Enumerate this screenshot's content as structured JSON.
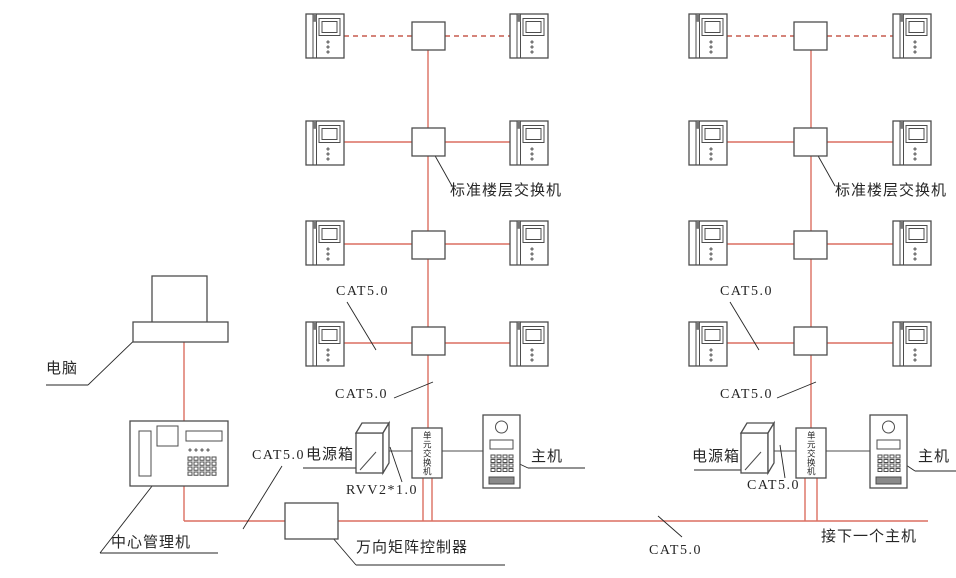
{
  "labels": {
    "computer": "电脑",
    "central_manager": "中心管理机",
    "matrix_controller": "万向矩阵控制器",
    "cat5": "CAT5.0",
    "rvv": "RVV2*1.0",
    "power_box": "电源箱",
    "unit_switch": "单元交换机",
    "main_station": "主机",
    "floor_switch": "标准楼层交换机",
    "next_main": "接下一个主机"
  },
  "colors": {
    "wire_red": "#dc6e60",
    "wire_red_dash": "#c75b4e",
    "device_stroke": "#4d4d4d",
    "label_text": "#262626",
    "background": "#ffffff"
  },
  "structure": {
    "risers": 2,
    "floor_levels_per_riser": 4,
    "indoor_units_per_floor_switch": 2,
    "top_level_link_style": "dashed",
    "riser_cable_label": "CAT5.0",
    "backbone_cable_label": "CAT5.0",
    "power_cable_label_left_riser": "RVV2*1.0",
    "power_cable_label_right_riser": "CAT5.0"
  }
}
